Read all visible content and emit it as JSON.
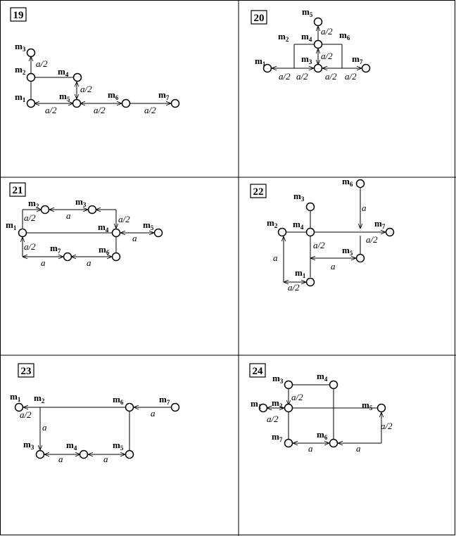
{
  "panels": [
    {
      "number": "19",
      "nodes": [
        {
          "id": "m1",
          "label": "m",
          "sub": "1"
        },
        {
          "id": "m2",
          "label": "m",
          "sub": "2"
        },
        {
          "id": "m3",
          "label": "m",
          "sub": "3"
        },
        {
          "id": "m4",
          "label": "m",
          "sub": "4"
        },
        {
          "id": "m5",
          "label": "m",
          "sub": "5"
        },
        {
          "id": "m6",
          "label": "m",
          "sub": "6"
        },
        {
          "id": "m7",
          "label": "m",
          "sub": "7"
        }
      ],
      "dims": [
        "a/2",
        "a/2",
        "a/2",
        "a/2",
        "a/2"
      ]
    },
    {
      "number": "20",
      "nodes": [
        {
          "id": "m1",
          "label": "m",
          "sub": "1"
        },
        {
          "id": "m2",
          "label": "m",
          "sub": "2"
        },
        {
          "id": "m3",
          "label": "m",
          "sub": "3"
        },
        {
          "id": "m4",
          "label": "m",
          "sub": "4"
        },
        {
          "id": "m5",
          "label": "m",
          "sub": "5"
        },
        {
          "id": "m6",
          "label": "m",
          "sub": "6"
        },
        {
          "id": "m7",
          "label": "m",
          "sub": "7"
        }
      ],
      "dims": [
        "a/2",
        "a/2",
        "a/2",
        "a/2",
        "a/2",
        "a/2"
      ]
    },
    {
      "number": "21",
      "nodes": [
        {
          "id": "m1",
          "label": "m",
          "sub": "1"
        },
        {
          "id": "m2",
          "label": "m",
          "sub": "2"
        },
        {
          "id": "m3",
          "label": "m",
          "sub": "3"
        },
        {
          "id": "m4",
          "label": "m",
          "sub": "4"
        },
        {
          "id": "m5",
          "label": "m",
          "sub": "5"
        },
        {
          "id": "m6",
          "label": "m",
          "sub": "6"
        },
        {
          "id": "m7",
          "label": "m",
          "sub": "7"
        }
      ],
      "dims": [
        "a/2",
        "a",
        "a/2",
        "a",
        "a/2",
        "a",
        "a"
      ]
    },
    {
      "number": "22",
      "nodes": [
        {
          "id": "m1",
          "label": "m",
          "sub": "1"
        },
        {
          "id": "m2",
          "label": "m",
          "sub": "2"
        },
        {
          "id": "m3",
          "label": "m",
          "sub": "3"
        },
        {
          "id": "m4",
          "label": "m",
          "sub": "4"
        },
        {
          "id": "m5",
          "label": "m",
          "sub": "5"
        },
        {
          "id": "m6",
          "label": "m",
          "sub": "6"
        },
        {
          "id": "m7",
          "label": "m",
          "sub": "7"
        }
      ],
      "dims": [
        "a",
        "a/2",
        "a/2",
        "a",
        "a/2",
        "a"
      ]
    },
    {
      "number": "23",
      "nodes": [
        {
          "id": "m1",
          "label": "m",
          "sub": "1"
        },
        {
          "id": "m2",
          "label": "m",
          "sub": "2"
        },
        {
          "id": "m3",
          "label": "m",
          "sub": "3"
        },
        {
          "id": "m4",
          "label": "m",
          "sub": "4"
        },
        {
          "id": "m5",
          "label": "m",
          "sub": "5"
        },
        {
          "id": "m6",
          "label": "m",
          "sub": "6"
        },
        {
          "id": "m7",
          "label": "m",
          "sub": "7"
        }
      ],
      "dims": [
        "a/2",
        "a",
        "a",
        "a",
        "a"
      ]
    },
    {
      "number": "24",
      "nodes": [
        {
          "id": "m1",
          "label": "m",
          "sub": "1"
        },
        {
          "id": "m2",
          "label": "m",
          "sub": "2"
        },
        {
          "id": "m3",
          "label": "m",
          "sub": "3"
        },
        {
          "id": "m4",
          "label": "m",
          "sub": "4"
        },
        {
          "id": "m5",
          "label": "m",
          "sub": "5"
        },
        {
          "id": "m6",
          "label": "m",
          "sub": "6"
        },
        {
          "id": "m7",
          "label": "m",
          "sub": "7"
        }
      ],
      "dims": [
        "a/2",
        "a/2",
        "a/2",
        "a",
        "a"
      ]
    }
  ]
}
